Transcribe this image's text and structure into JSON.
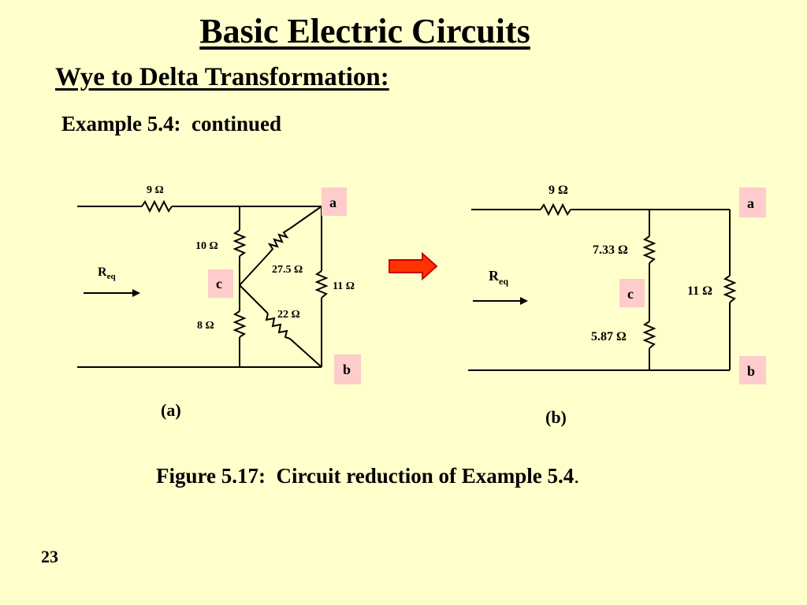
{
  "slide": {
    "title": "Basic Electric Circuits",
    "subtitle": "Wye to Delta Transformation:",
    "example": "Example 5.4:  continued",
    "caption_main": "Figure 5.17:  Circuit reduction of Example 5.4",
    "caption_dot": ".",
    "slide_number": "23"
  },
  "circuit_a": {
    "r_series": "9 Ω",
    "r_top": "10 Ω",
    "r_bottom": "8 Ω",
    "r_upper_diag": "27.5 Ω",
    "r_lower_diag": "22 Ω",
    "r_right": "11 Ω",
    "node_a": "a",
    "node_b": "b",
    "node_c": "c",
    "req_main": "R",
    "req_sub": "eq",
    "label": "(a)"
  },
  "circuit_b": {
    "r_series": "9 Ω",
    "r_top": "7.33 Ω",
    "r_bottom": "5.87 Ω",
    "r_right": "11 Ω",
    "node_a": "a",
    "node_b": "b",
    "node_c": "c",
    "req_main": "R",
    "req_sub": "eq",
    "label": "(b)"
  },
  "colors": {
    "background": "#ffffcc",
    "node_box": "#ffcccc",
    "arrow_fill": "#ff3300",
    "arrow_stroke": "#cc0000"
  }
}
